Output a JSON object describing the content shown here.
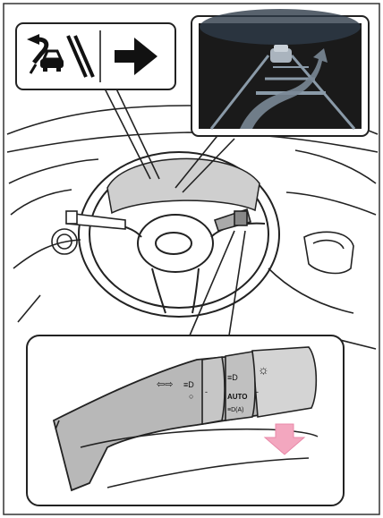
{
  "stalk_markings": {
    "turn_arrows": "⇦⇨",
    "headlight_symbol": "≡D",
    "auto_label": "AUTO",
    "lowbeam_symbol": "≡D(A)",
    "small_dash_symbol": "‑",
    "circle_symbol": "○",
    "sun_symbol": "☼"
  },
  "colors": {
    "line": "#222222",
    "arrow_pink": "#f3a7bf",
    "screen_dark": "#1a1a1a",
    "screen_glow": "#6f7f8f",
    "gray_fill": "#c8c8c8"
  },
  "icons": {
    "lane_change": "lane-change-icon",
    "right_arrow": "right-arrow-icon",
    "down_arrow": "down-arrow-icon"
  }
}
